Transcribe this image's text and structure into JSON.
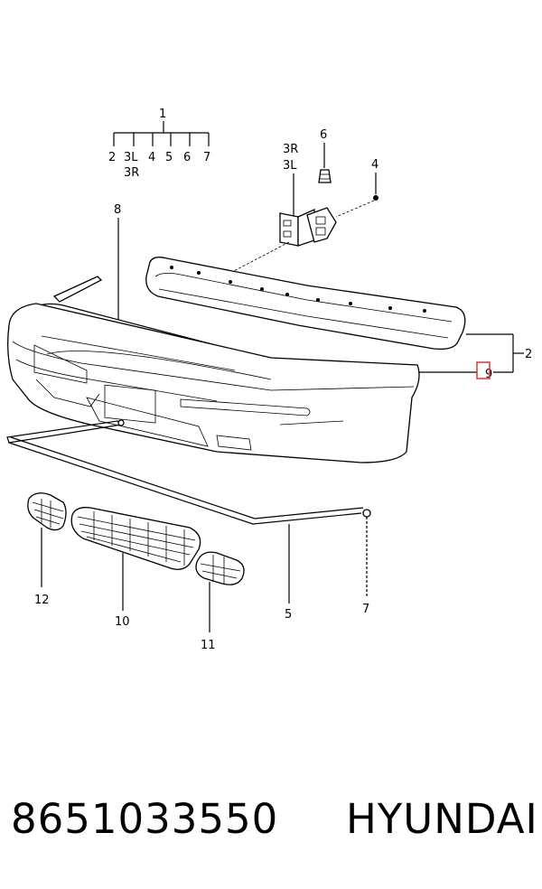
{
  "labels": {
    "l1": "1",
    "l2": "2",
    "l3L": "3L",
    "l3R": "3R",
    "l4": "4",
    "l5": "5",
    "l6": "6",
    "l7": "7",
    "l8": "8",
    "l9": "9",
    "l10": "10",
    "l11": "11",
    "l12": "12"
  },
  "footer": {
    "part_number": "8651033550",
    "brand": "HYUNDAI"
  },
  "colors": {
    "highlight": "#e0343a",
    "ink": "#000000"
  }
}
